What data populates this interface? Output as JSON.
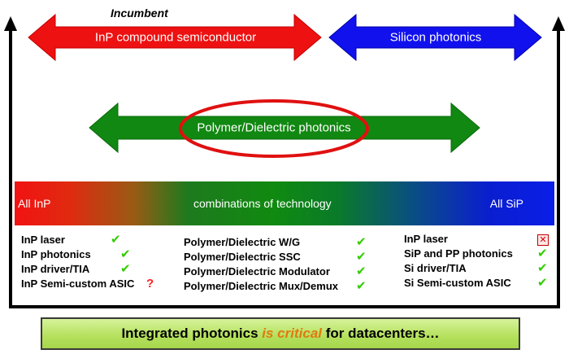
{
  "incumbent_label": "Incumbent",
  "arrows": {
    "inp": "InP compound semiconductor",
    "sip": "Silicon photonics",
    "polymer": "Polymer/Dielectric photonics"
  },
  "band": {
    "left": "All InP",
    "center": "combinations of technology",
    "right": "All SiP"
  },
  "lists": {
    "left": [
      {
        "text": "InP laser",
        "mark": "check"
      },
      {
        "text": "InP photonics",
        "mark": "check"
      },
      {
        "text": "InP driver/TIA",
        "mark": "check"
      },
      {
        "text": "InP Semi-custom ASIC",
        "mark": "question"
      }
    ],
    "middle": [
      {
        "text": "Polymer/Dielectric W/G",
        "mark": "check"
      },
      {
        "text": "Polymer/Dielectric SSC",
        "mark": "check"
      },
      {
        "text": "Polymer/Dielectric Modulator",
        "mark": "check"
      },
      {
        "text": "Polymer/Dielectric Mux/Demux",
        "mark": "check"
      }
    ],
    "right": [
      {
        "text": "InP laser",
        "mark": "cross"
      },
      {
        "text": "SiP and PP photonics",
        "mark": "check"
      },
      {
        "text": "Si driver/TIA",
        "mark": "check"
      },
      {
        "text": "Si Semi-custom ASIC",
        "mark": "check"
      }
    ]
  },
  "marks": {
    "check": "✔",
    "question": "?",
    "cross": "✕"
  },
  "colors": {
    "inp_arrow": "#ee1111",
    "sip_arrow": "#1111ee",
    "polymer_arrow": "#118811",
    "ellipse": "#e01010"
  },
  "banner": {
    "before": "Integrated photonics ",
    "emphasis": "is critical",
    "after": " for datacenters…"
  }
}
